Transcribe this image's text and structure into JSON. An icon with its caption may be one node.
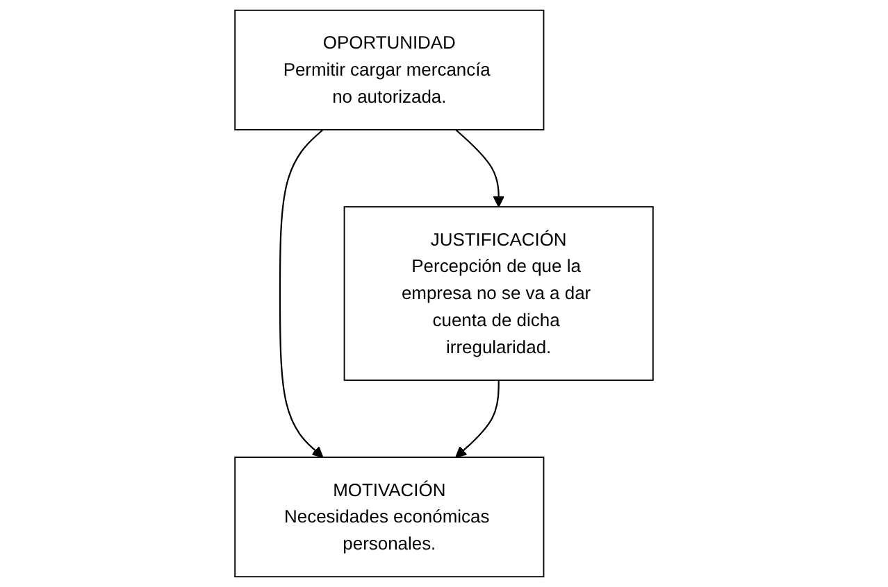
{
  "diagram": {
    "nodes": [
      {
        "text": [
          "OPORTUNIDAD",
          "Permitir cargar mercancía no autorizada."
        ]
      },
      {
        "text": [
          "JUSTIFICACIÓN",
          "Percepción de que la empresa no se va a dar cuenta de dicha irregularidad."
        ]
      },
      {
        "text": [
          "MOTIVACIÓN",
          "Necesidades económicas personales."
        ]
      }
    ],
    "edges": [
      {
        "from": 0,
        "to": 1,
        "arrow": "to"
      },
      {
        "from": 0,
        "to": 2,
        "arrow": "to"
      },
      {
        "from": 1,
        "to": 2,
        "arrow": "to"
      }
    ]
  }
}
